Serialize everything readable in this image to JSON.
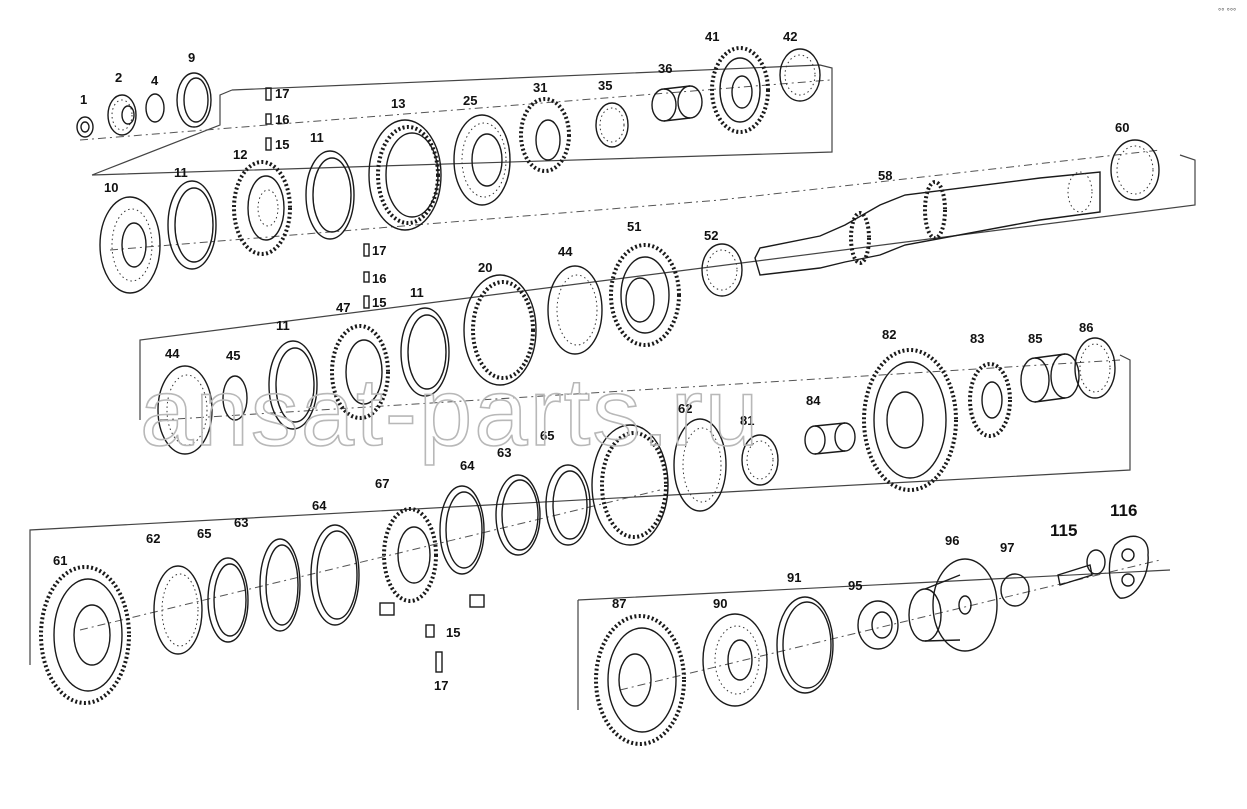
{
  "watermark": "ansat-parts.ru",
  "corner_mark": "°° °°°",
  "parts": [
    {
      "id": "p1",
      "label": "1",
      "kind": "nut"
    },
    {
      "id": "p2",
      "label": "2",
      "kind": "bearing"
    },
    {
      "id": "p4",
      "label": "4",
      "kind": "circlip"
    },
    {
      "id": "p9",
      "label": "9",
      "kind": "ring"
    },
    {
      "id": "p17a",
      "label": "17",
      "kind": "spring"
    },
    {
      "id": "p16a",
      "label": "16",
      "kind": "pin"
    },
    {
      "id": "p15a",
      "label": "15",
      "kind": "pin"
    },
    {
      "id": "p13",
      "label": "13",
      "kind": "sleeve"
    },
    {
      "id": "p25",
      "label": "25",
      "kind": "ring"
    },
    {
      "id": "p31",
      "label": "31",
      "kind": "gear"
    },
    {
      "id": "p35",
      "label": "35",
      "kind": "needle-bearing"
    },
    {
      "id": "p36",
      "label": "36",
      "kind": "bushing"
    },
    {
      "id": "p41",
      "label": "41",
      "kind": "gear"
    },
    {
      "id": "p42",
      "label": "42",
      "kind": "needle-bearing"
    },
    {
      "id": "p10",
      "label": "10",
      "kind": "bearing"
    },
    {
      "id": "p11a",
      "label": "11",
      "kind": "sync-ring"
    },
    {
      "id": "p12",
      "label": "12",
      "kind": "hub"
    },
    {
      "id": "p11b",
      "label": "11",
      "kind": "sync-ring"
    },
    {
      "id": "p60",
      "label": "60",
      "kind": "needle-bearing"
    },
    {
      "id": "p58",
      "label": "58",
      "kind": "shaft"
    },
    {
      "id": "p51",
      "label": "51",
      "kind": "gear"
    },
    {
      "id": "p52",
      "label": "52",
      "kind": "needle-bearing"
    },
    {
      "id": "p44a",
      "label": "44",
      "kind": "ring"
    },
    {
      "id": "p20",
      "label": "20",
      "kind": "sleeve"
    },
    {
      "id": "p17b",
      "label": "17",
      "kind": "spring"
    },
    {
      "id": "p16b",
      "label": "16",
      "kind": "pin"
    },
    {
      "id": "p15b",
      "label": "15",
      "kind": "pin"
    },
    {
      "id": "p47",
      "label": "47",
      "kind": "hub"
    },
    {
      "id": "p11c",
      "label": "11",
      "kind": "sync-ring"
    },
    {
      "id": "p11d",
      "label": "11",
      "kind": "sync-ring"
    },
    {
      "id": "p44b",
      "label": "44",
      "kind": "ring"
    },
    {
      "id": "p45",
      "label": "45",
      "kind": "circlip"
    },
    {
      "id": "p82",
      "label": "82",
      "kind": "gear"
    },
    {
      "id": "p83",
      "label": "83",
      "kind": "toothed-ring"
    },
    {
      "id": "p85",
      "label": "85",
      "kind": "bushing"
    },
    {
      "id": "p86",
      "label": "86",
      "kind": "needle-bearing"
    },
    {
      "id": "p84",
      "label": "84",
      "kind": "bushing"
    },
    {
      "id": "p81",
      "label": "81",
      "kind": "needle-bearing"
    },
    {
      "id": "p62a",
      "label": "62",
      "kind": "ring"
    },
    {
      "id": "p65a",
      "label": "65",
      "kind": "ring"
    },
    {
      "id": "p63a",
      "label": "63",
      "kind": "ring"
    },
    {
      "id": "p64a",
      "label": "64",
      "kind": "ring"
    },
    {
      "id": "p67",
      "label": "67",
      "kind": "hub"
    },
    {
      "id": "p61",
      "label": "61",
      "kind": "gear"
    },
    {
      "id": "p62b",
      "label": "62",
      "kind": "ring"
    },
    {
      "id": "p65b",
      "label": "65",
      "kind": "ring"
    },
    {
      "id": "p63b",
      "label": "63",
      "kind": "ring"
    },
    {
      "id": "p64b",
      "label": "64",
      "kind": "ring"
    },
    {
      "id": "p15c",
      "label": "15",
      "kind": "pin"
    },
    {
      "id": "p17c",
      "label": "17",
      "kind": "spring"
    },
    {
      "id": "p87",
      "label": "87",
      "kind": "gear"
    },
    {
      "id": "p90",
      "label": "90",
      "kind": "bearing"
    },
    {
      "id": "p91",
      "label": "91",
      "kind": "circlip"
    },
    {
      "id": "p95",
      "label": "95",
      "kind": "nut"
    },
    {
      "id": "p96",
      "label": "96",
      "kind": "flange"
    },
    {
      "id": "p97",
      "label": "97",
      "kind": "washer"
    },
    {
      "id": "p115",
      "label": "115",
      "kind": "bolt"
    },
    {
      "id": "p116",
      "label": "116",
      "kind": "lock-plate"
    }
  ]
}
